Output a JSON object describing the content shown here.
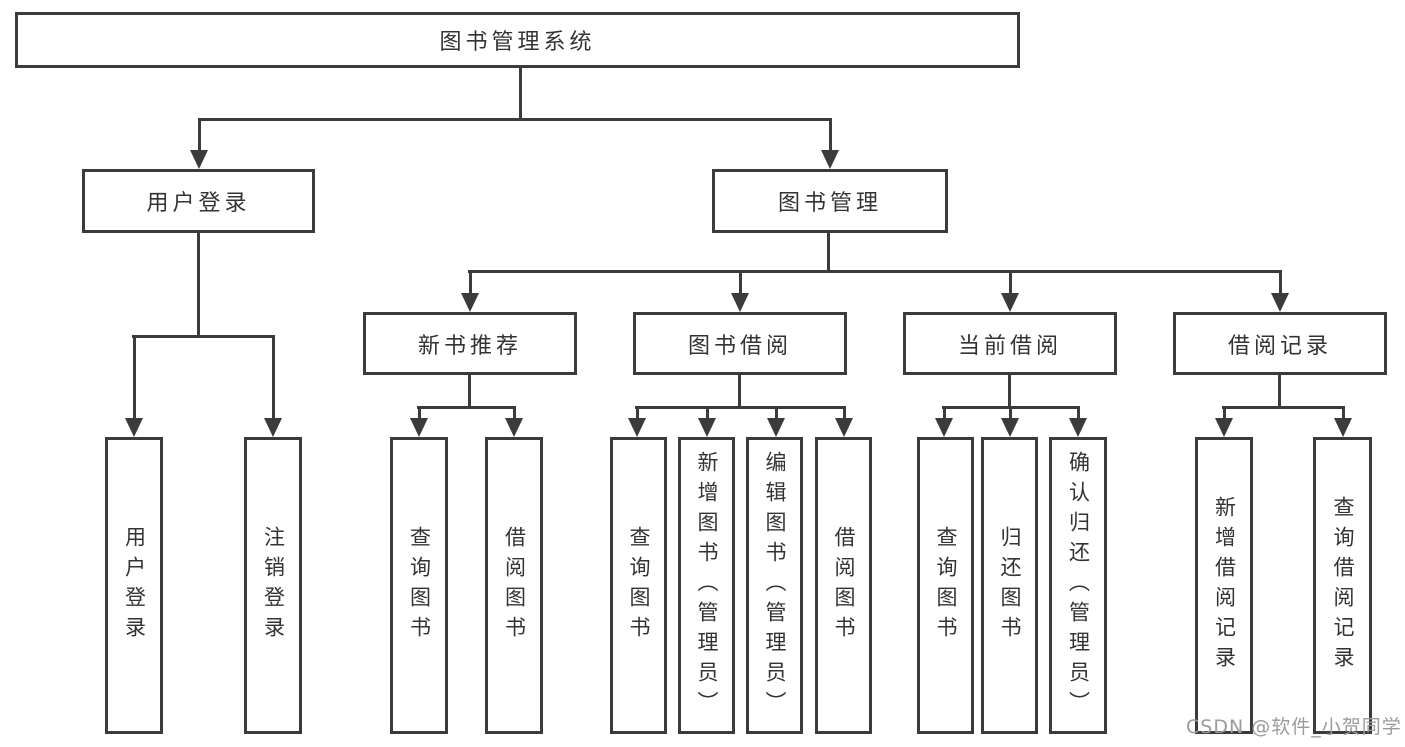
{
  "colors": {
    "line": "#3b3b3b",
    "text": "#333333",
    "background": "#ffffff",
    "watermark": "#9b9b9b"
  },
  "watermark": {
    "text": "CSDN @软件_小贺同学"
  },
  "tree": {
    "label": "图书管理系统",
    "children": [
      {
        "label": "用户登录",
        "children": [
          {
            "label": "用户登录"
          },
          {
            "label": "注销登录"
          }
        ]
      },
      {
        "label": "图书管理",
        "children": [
          {
            "label": "新书推荐",
            "children": [
              {
                "label": "查询图书"
              },
              {
                "label": "借阅图书"
              }
            ]
          },
          {
            "label": "图书借阅",
            "children": [
              {
                "label": "查询图书"
              },
              {
                "label": "新增图书（管理员）"
              },
              {
                "label": "编辑图书（管理员）"
              },
              {
                "label": "借阅图书"
              }
            ]
          },
          {
            "label": "当前借阅",
            "children": [
              {
                "label": "查询图书"
              },
              {
                "label": "归还图书"
              },
              {
                "label": "确认归还（管理员）"
              }
            ]
          },
          {
            "label": "借阅记录",
            "children": [
              {
                "label": "新增借阅记录"
              },
              {
                "label": "查询借阅记录"
              }
            ]
          }
        ]
      }
    ]
  }
}
